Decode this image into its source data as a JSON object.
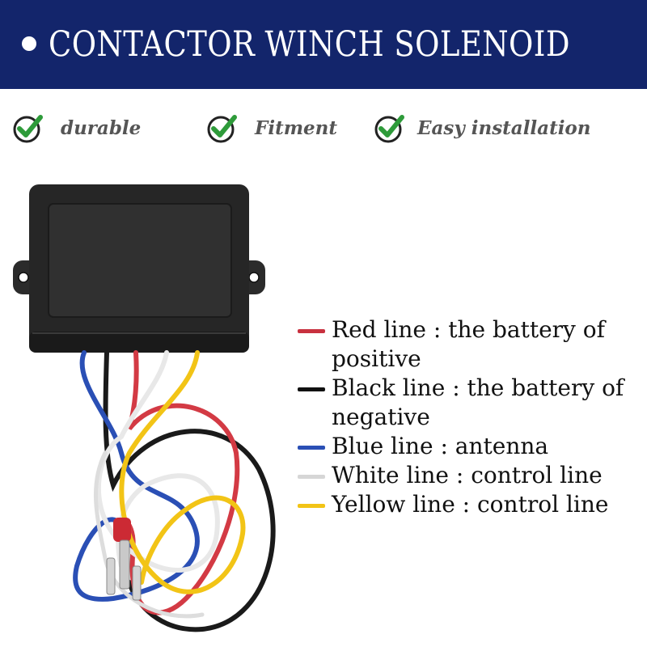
{
  "banner": {
    "title": "CONTACTOR WINCH SOLENOID"
  },
  "features": [
    {
      "icon": "check-circle-icon",
      "label": "durable"
    },
    {
      "icon": "check-circle-icon",
      "label": "Fitment"
    },
    {
      "icon": "check-circle-icon",
      "label": "Easy installation"
    }
  ],
  "legend": [
    {
      "label": "Red line : the battery of positive",
      "color": "#c8313f"
    },
    {
      "label": "Black line : the battery of negative",
      "color": "#111111"
    },
    {
      "label": "Blue line : antenna",
      "color": "#2a4fb5"
    },
    {
      "label": "White line : control line",
      "color": "#d6d6d6"
    },
    {
      "label": "Yellow line : control line",
      "color": "#f2c416"
    }
  ],
  "colors": {
    "banner": "#13256b",
    "check": "#2e9b3a",
    "wire_red": "#d33a44",
    "wire_black": "#1a1a1a",
    "wire_blue": "#2a4fb5",
    "wire_white": "#eeeeee",
    "wire_yellow": "#f2c416"
  }
}
